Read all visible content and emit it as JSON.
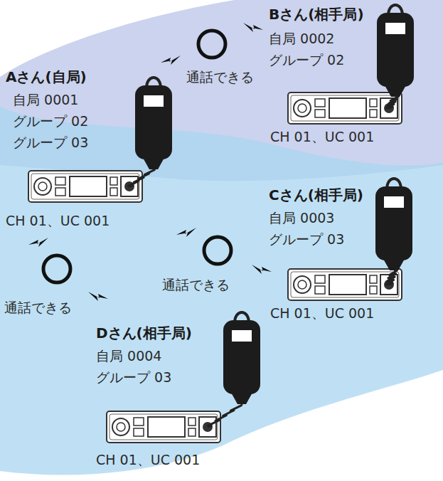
{
  "diagram": {
    "labels": [
      "Bさん(相手局)",
      "自局 0002",
      "グループ 02",
      "通話できる",
      "Aさん(自局)",
      "自局 0001",
      "グループ 02",
      "グループ 03",
      "CH 01、UC 001",
      "Cさん(相手局)",
      "自局 0003",
      "グループ 03",
      "CH 01、UC 001",
      "通話できる",
      "CH 01、UC 001",
      "通話できる",
      "Dさん(相手局)",
      "自局 0004",
      "グループ 03",
      "CH 01、UC 001"
    ]
  }
}
